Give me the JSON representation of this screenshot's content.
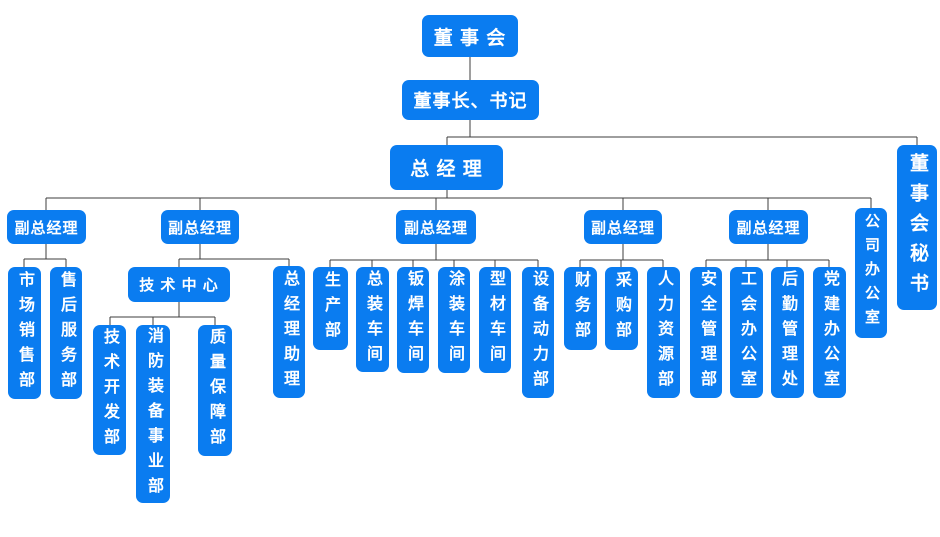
{
  "colors": {
    "node_fill": "#0a7cf0",
    "node_text": "#ffffff",
    "connector": "#3c3c3c",
    "background": "#ffffff"
  },
  "diagram": {
    "type": "org-chart",
    "nodes": {
      "board": {
        "label": "董 事 会"
      },
      "chairman": {
        "label": "董事长、书记"
      },
      "gm": {
        "label": "总  经  理"
      },
      "board_secretary": {
        "label": "董事会秘书"
      },
      "company_office": {
        "label": "公司办公室"
      },
      "vgm1": {
        "label": "副总经理"
      },
      "vgm2": {
        "label": "副总经理"
      },
      "vgm3": {
        "label": "副总经理"
      },
      "vgm4": {
        "label": "副总经理"
      },
      "vgm5": {
        "label": "副总经理"
      },
      "marketing_sales": {
        "label": "市场销售部"
      },
      "after_sales": {
        "label": "售后服务部"
      },
      "tech_center": {
        "label": "技 术 中 心"
      },
      "gm_assistant": {
        "label": "总经理助理"
      },
      "tech_dev": {
        "label": "技术开发部"
      },
      "fire_equipment": {
        "label": "消防装备事业部"
      },
      "quality": {
        "label": "质量保障部"
      },
      "production": {
        "label": "生产部"
      },
      "assembly_shop": {
        "label": "总装车间"
      },
      "sheet_weld_shop": {
        "label": "钣焊车间"
      },
      "paint_shop": {
        "label": "涂装车间"
      },
      "profile_shop": {
        "label": "型材车间"
      },
      "equipment_power": {
        "label": "设备动力部"
      },
      "finance": {
        "label": "财务部"
      },
      "procurement": {
        "label": "采购部"
      },
      "hr": {
        "label": "人力资源部"
      },
      "safety": {
        "label": "安全管理部"
      },
      "union_office": {
        "label": "工会办公室"
      },
      "logistics": {
        "label": "后勤管理处"
      },
      "party_building": {
        "label": "党建办公室"
      }
    },
    "hierarchy": {
      "board": [
        "chairman"
      ],
      "chairman": [
        "gm",
        "board_secretary"
      ],
      "gm": [
        "vgm1",
        "vgm2",
        "vgm3",
        "vgm4",
        "vgm5",
        "company_office"
      ],
      "vgm1": [
        "marketing_sales",
        "after_sales"
      ],
      "vgm2": [
        "tech_center",
        "gm_assistant"
      ],
      "tech_center": [
        "tech_dev",
        "fire_equipment",
        "quality"
      ],
      "vgm3": [
        "production",
        "assembly_shop",
        "sheet_weld_shop",
        "paint_shop",
        "profile_shop",
        "equipment_power"
      ],
      "vgm4": [
        "finance",
        "procurement",
        "hr"
      ],
      "vgm5": [
        "safety",
        "union_office",
        "logistics",
        "party_building"
      ]
    }
  }
}
